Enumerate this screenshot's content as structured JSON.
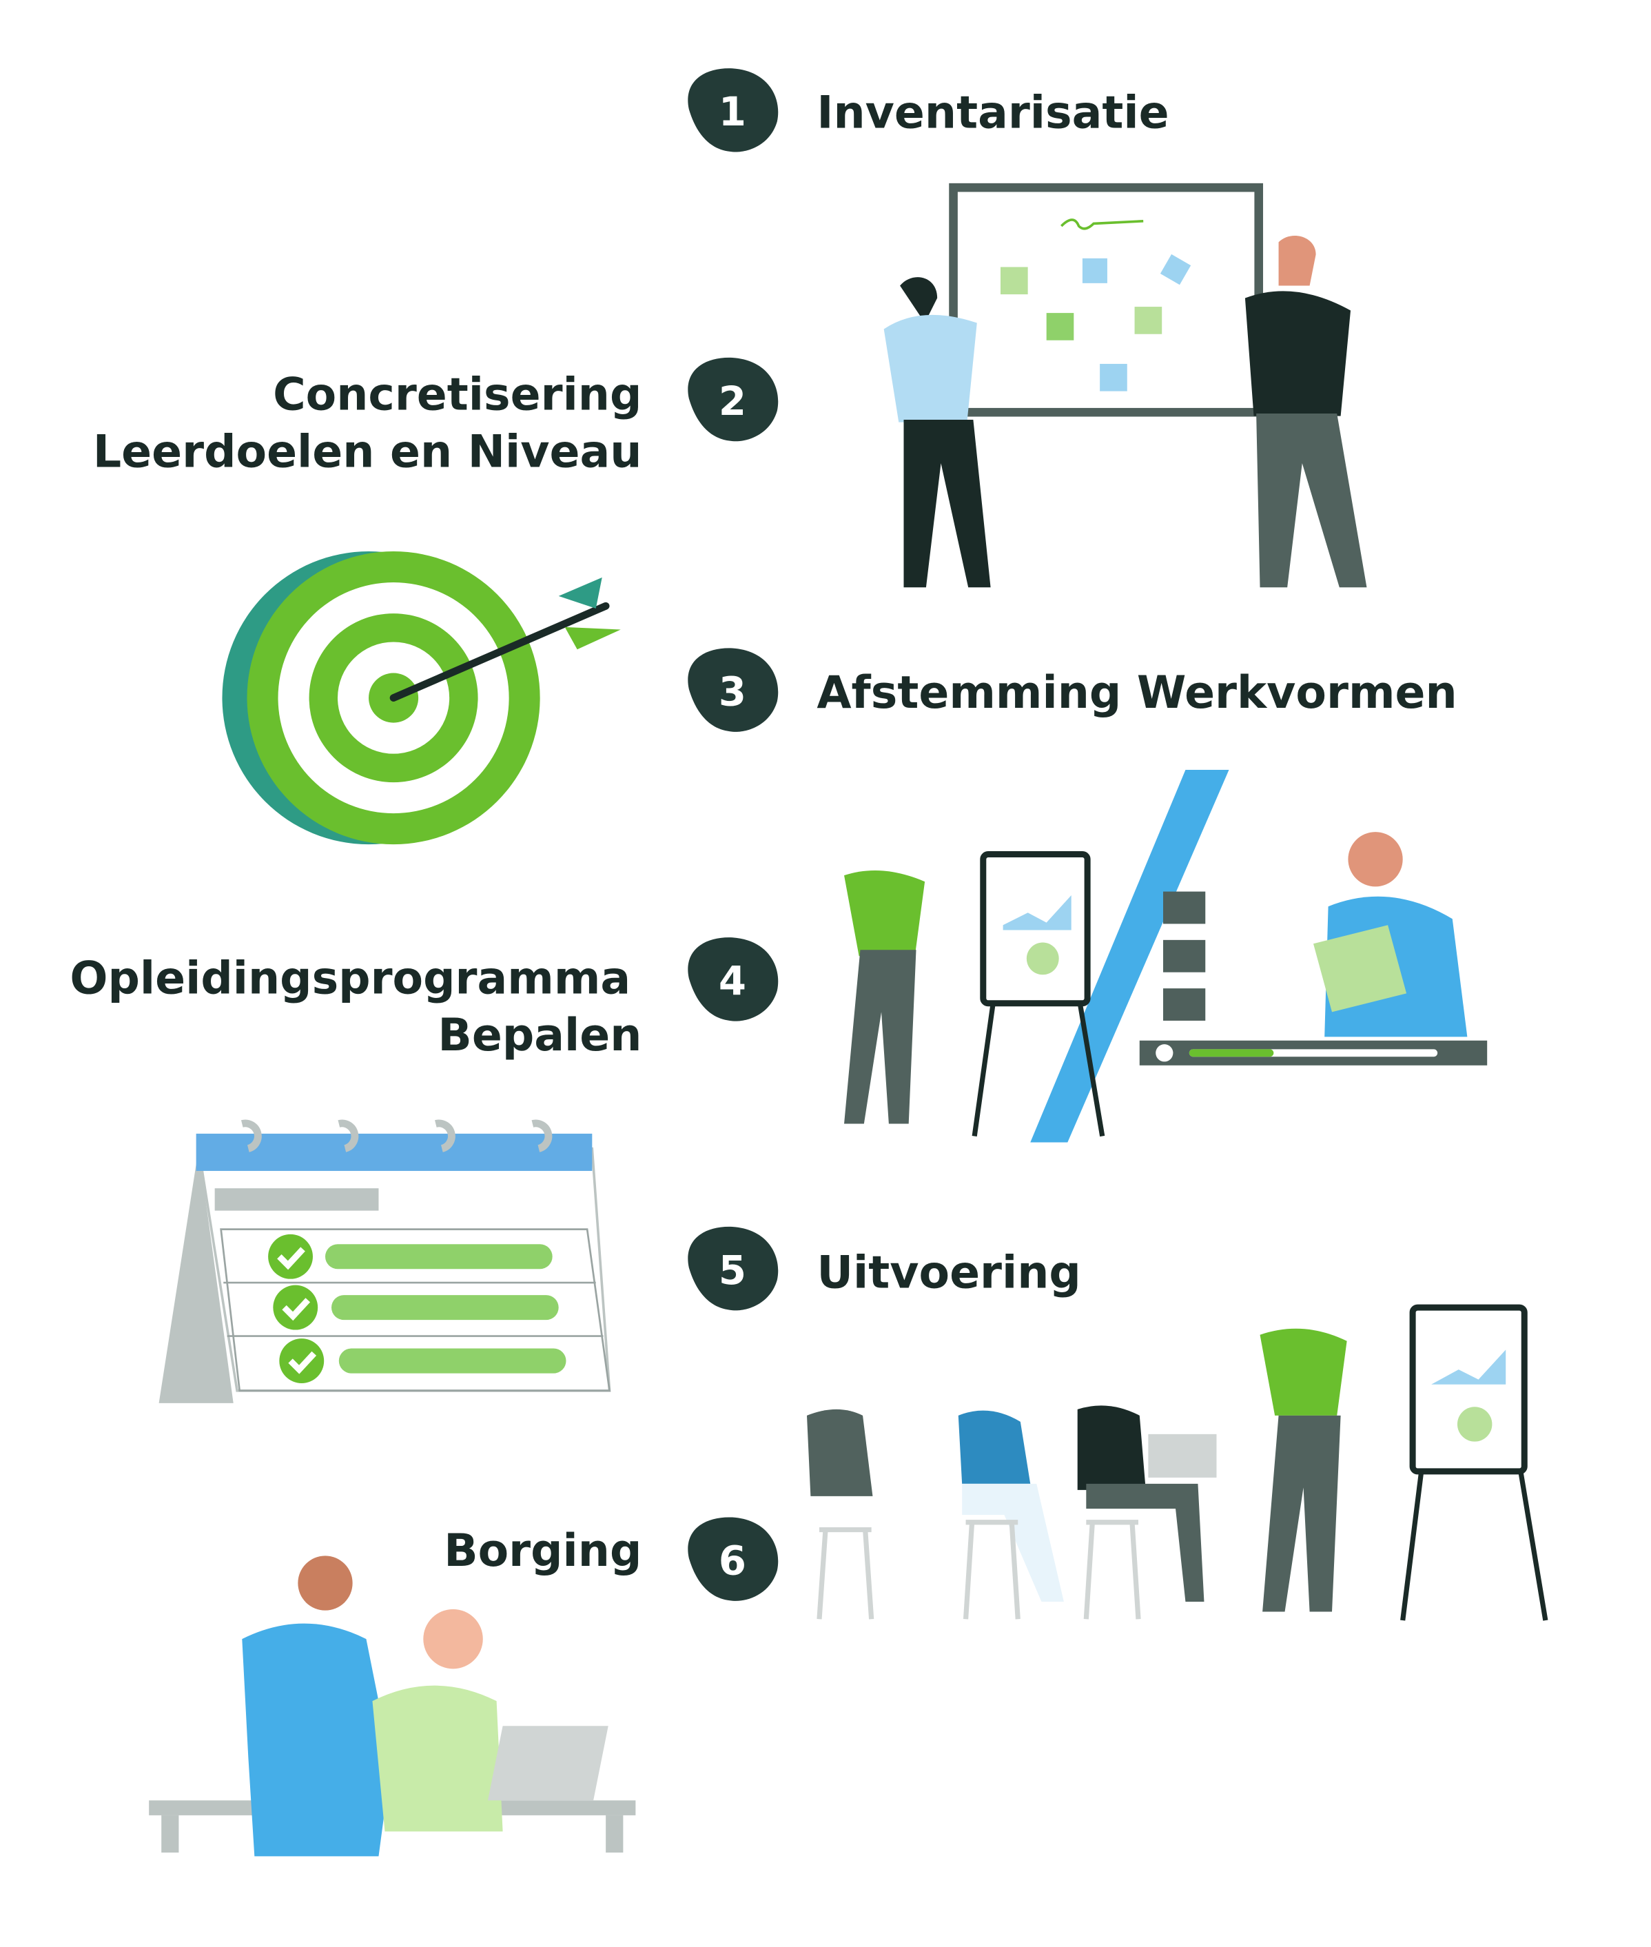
{
  "steps": [
    {
      "number": "1",
      "lines": [
        "Inventarisatie"
      ]
    },
    {
      "number": "2",
      "lines": [
        "Concretisering",
        "Leerdoelen en Niveau"
      ]
    },
    {
      "number": "3",
      "lines": [
        "Afstemming Werkvormen"
      ]
    },
    {
      "number": "4",
      "lines": [
        "Opleidingsprogramma",
        "Bepalen"
      ]
    },
    {
      "number": "5",
      "lines": [
        "Uitvoering"
      ]
    },
    {
      "number": "6",
      "lines": [
        "Borging"
      ]
    }
  ],
  "colors": {
    "badge": "#233b37",
    "text": "#1a2a27",
    "green": "#6abf2e",
    "teal": "#2e9b85",
    "blue": "#45aee8"
  }
}
